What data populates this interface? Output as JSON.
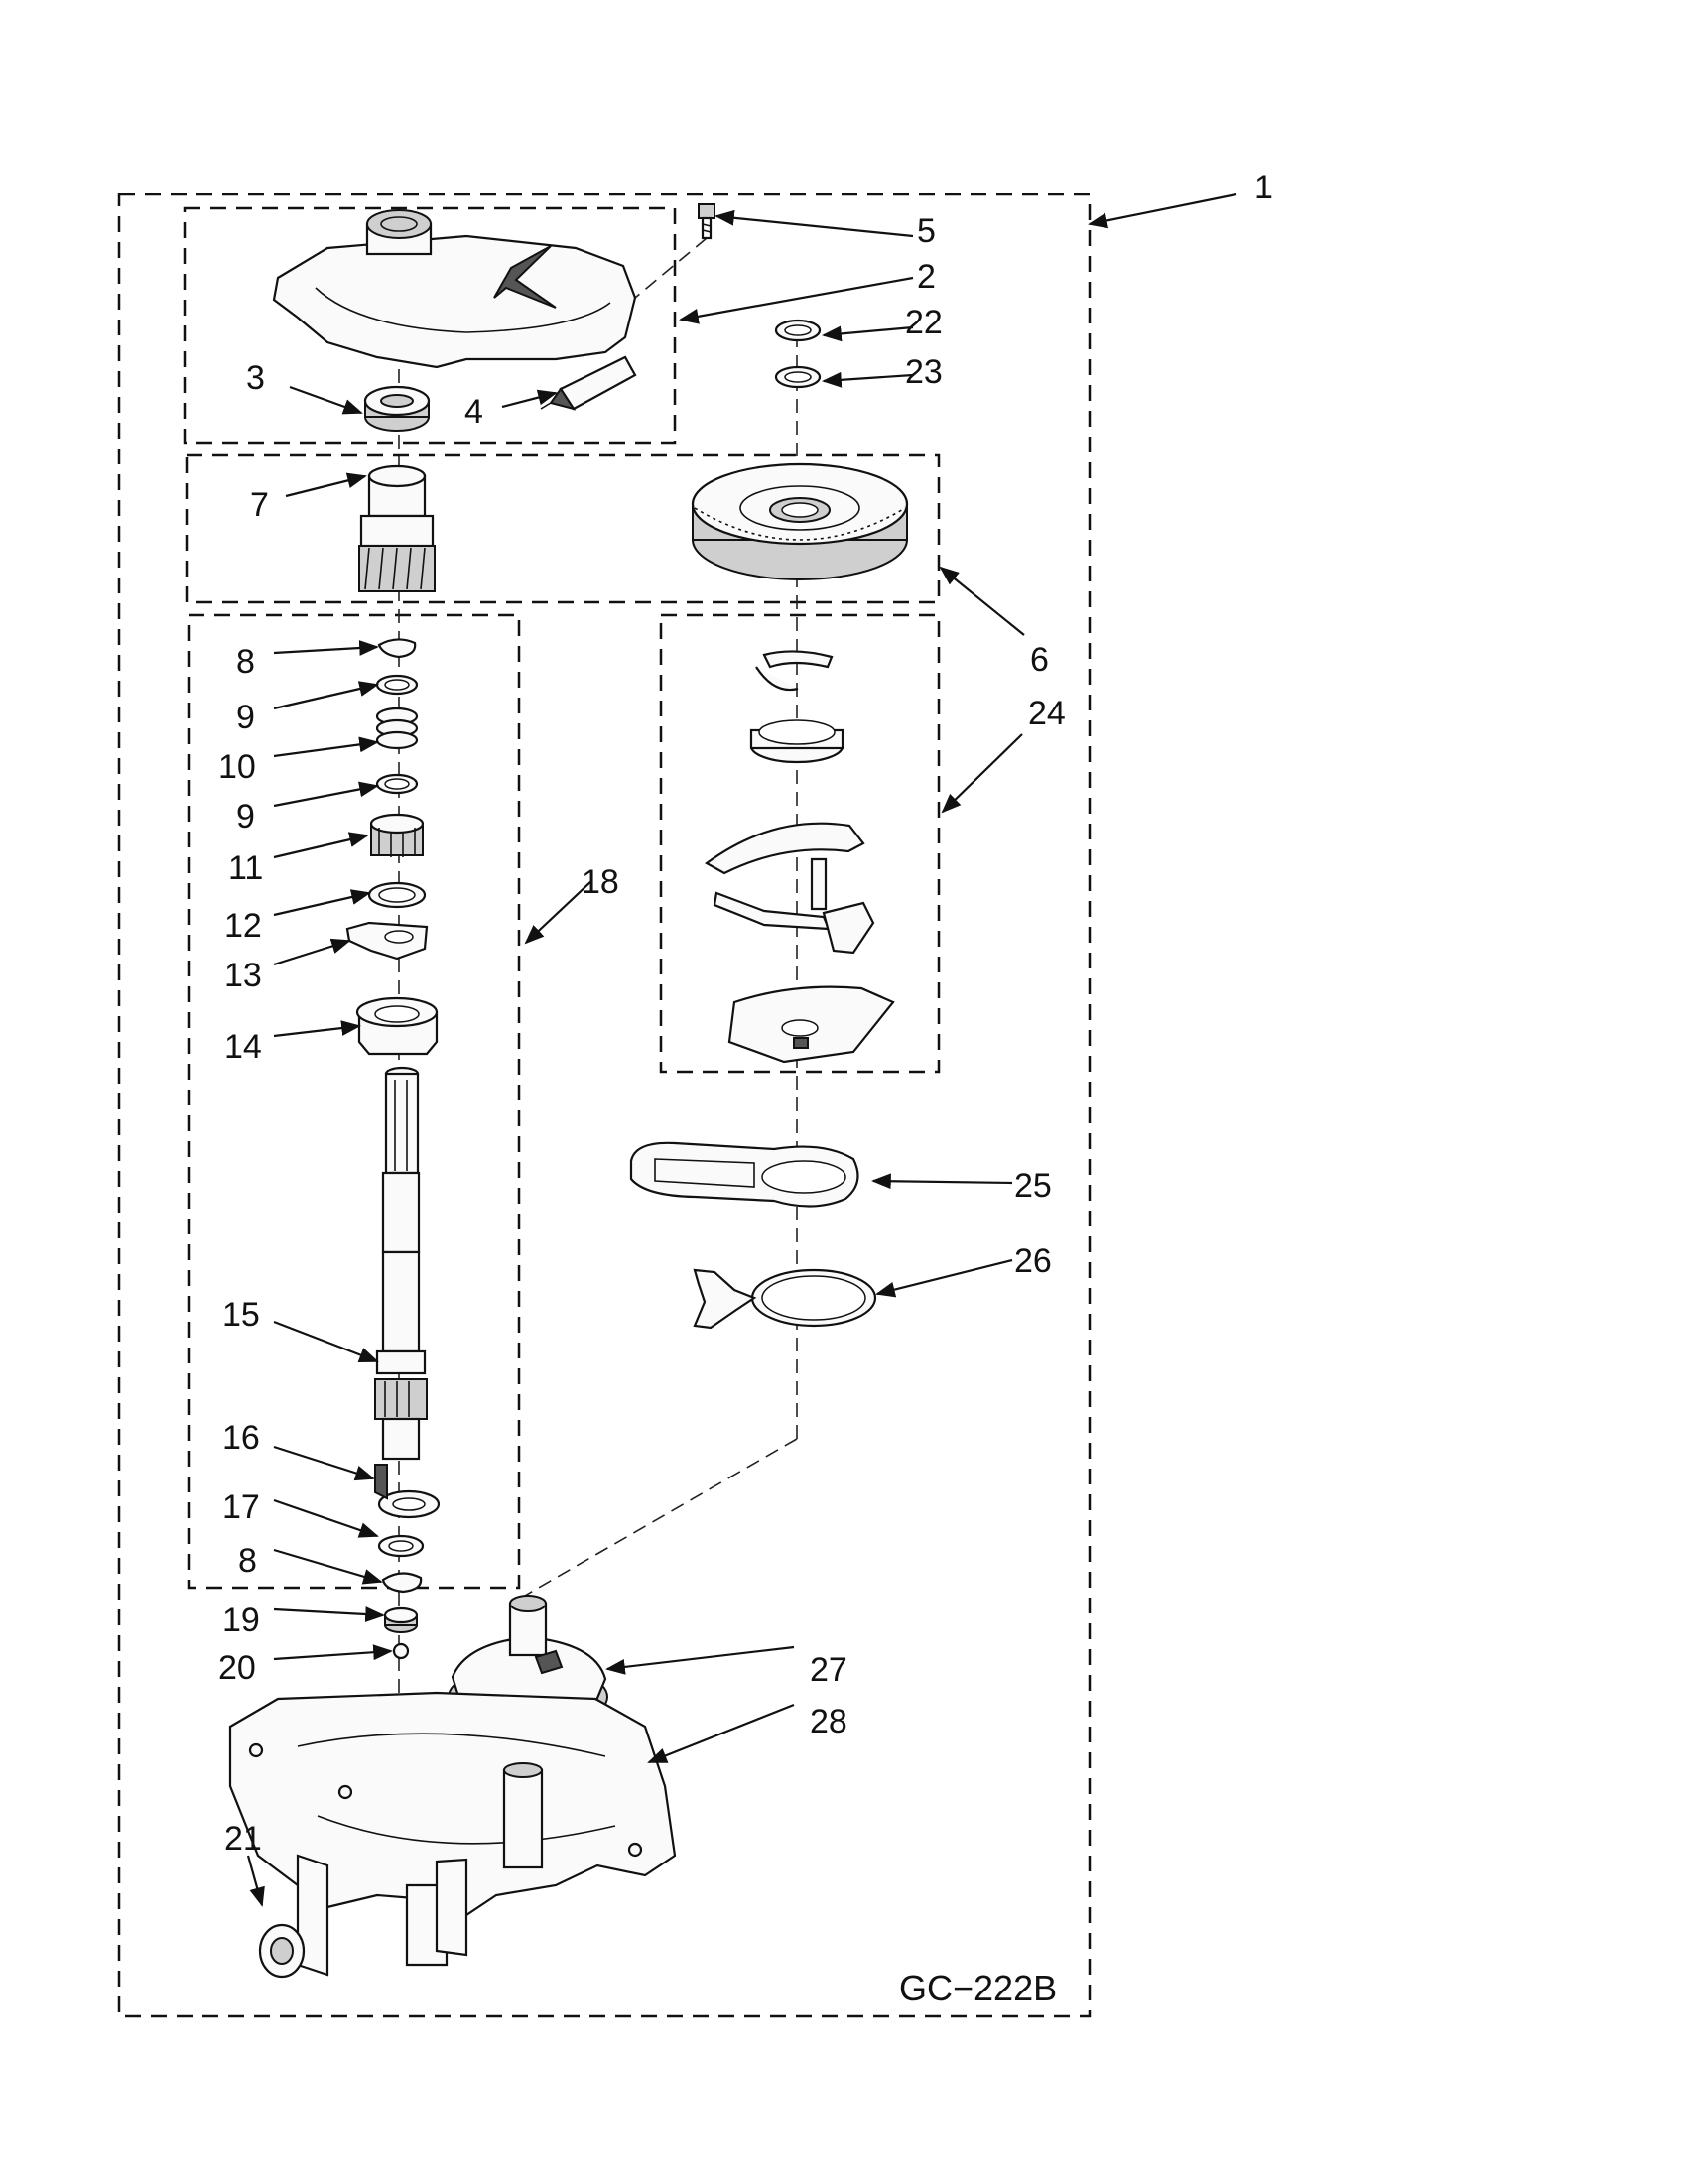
{
  "diagram": {
    "code": "GC−222B",
    "callouts": [
      {
        "id": "c1",
        "label": "1"
      },
      {
        "id": "c2",
        "label": "2"
      },
      {
        "id": "c3",
        "label": "3"
      },
      {
        "id": "c4",
        "label": "4"
      },
      {
        "id": "c5",
        "label": "5"
      },
      {
        "id": "c6",
        "label": "6"
      },
      {
        "id": "c7",
        "label": "7"
      },
      {
        "id": "c8a",
        "label": "8"
      },
      {
        "id": "c8b",
        "label": "8"
      },
      {
        "id": "c9a",
        "label": "9"
      },
      {
        "id": "c9b",
        "label": "9"
      },
      {
        "id": "c10",
        "label": "10"
      },
      {
        "id": "c11",
        "label": "11"
      },
      {
        "id": "c12",
        "label": "12"
      },
      {
        "id": "c13",
        "label": "13"
      },
      {
        "id": "c14",
        "label": "14"
      },
      {
        "id": "c15",
        "label": "15"
      },
      {
        "id": "c16",
        "label": "16"
      },
      {
        "id": "c17",
        "label": "17"
      },
      {
        "id": "c18",
        "label": "18"
      },
      {
        "id": "c19",
        "label": "19"
      },
      {
        "id": "c20",
        "label": "20"
      },
      {
        "id": "c21",
        "label": "21"
      },
      {
        "id": "c22",
        "label": "22"
      },
      {
        "id": "c23",
        "label": "23"
      },
      {
        "id": "c24",
        "label": "24"
      },
      {
        "id": "c25",
        "label": "25"
      },
      {
        "id": "c26",
        "label": "26"
      },
      {
        "id": "c27",
        "label": "27"
      },
      {
        "id": "c28",
        "label": "28"
      }
    ]
  }
}
